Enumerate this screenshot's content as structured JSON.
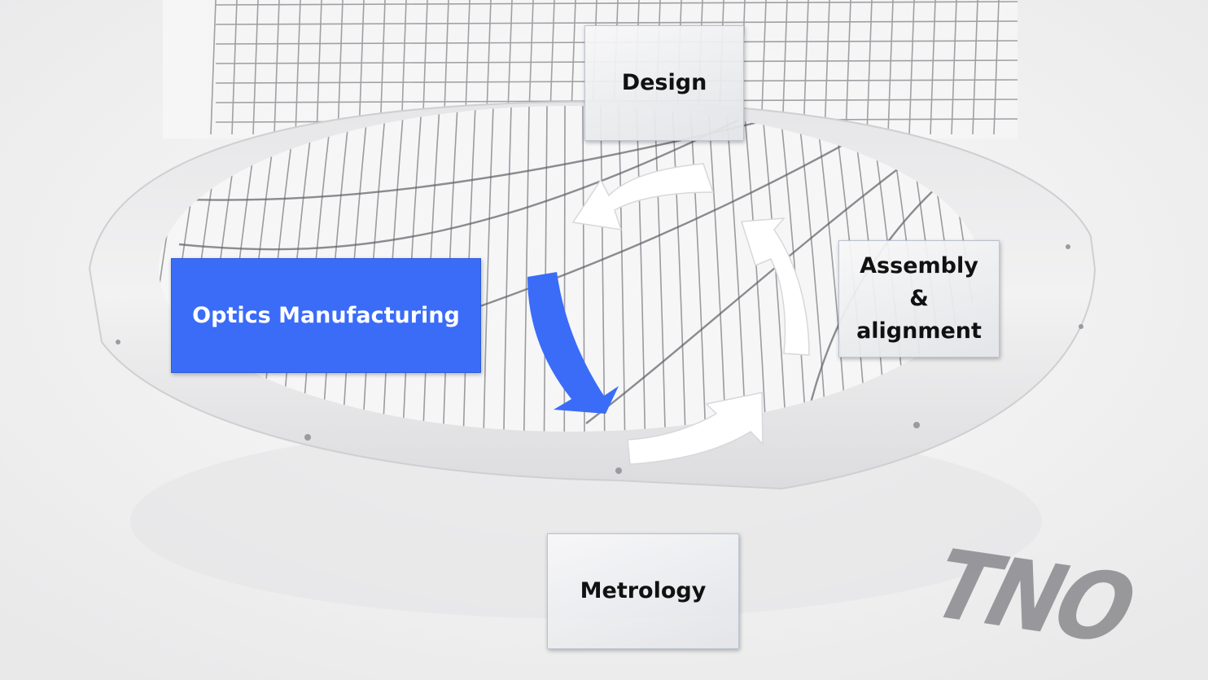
{
  "diagram": {
    "nodes": [
      {
        "id": "design",
        "label": "Design",
        "active": false
      },
      {
        "id": "assembly",
        "label_lines": [
          "Assembly",
          "&",
          "alignment"
        ],
        "active": false
      },
      {
        "id": "optics",
        "label": "Optics Manufacturing",
        "active": true
      },
      {
        "id": "metrology",
        "label": "Metrology",
        "active": false
      }
    ],
    "edges": [
      {
        "from": "design",
        "to": "optics",
        "style": "white-arrow"
      },
      {
        "from": "optics",
        "to": "metrology",
        "style": "blue-arrow"
      },
      {
        "from": "metrology",
        "to": "assembly",
        "style": "white-arrow"
      },
      {
        "from": "assembly",
        "to": "design",
        "style": "white-arrow"
      }
    ]
  },
  "logo": {
    "text": "TNO"
  },
  "colors": {
    "active": "#3a6cf8",
    "inactive_box": "#ececee",
    "arrow": "#ffffff",
    "background": "#f3f3f4"
  }
}
